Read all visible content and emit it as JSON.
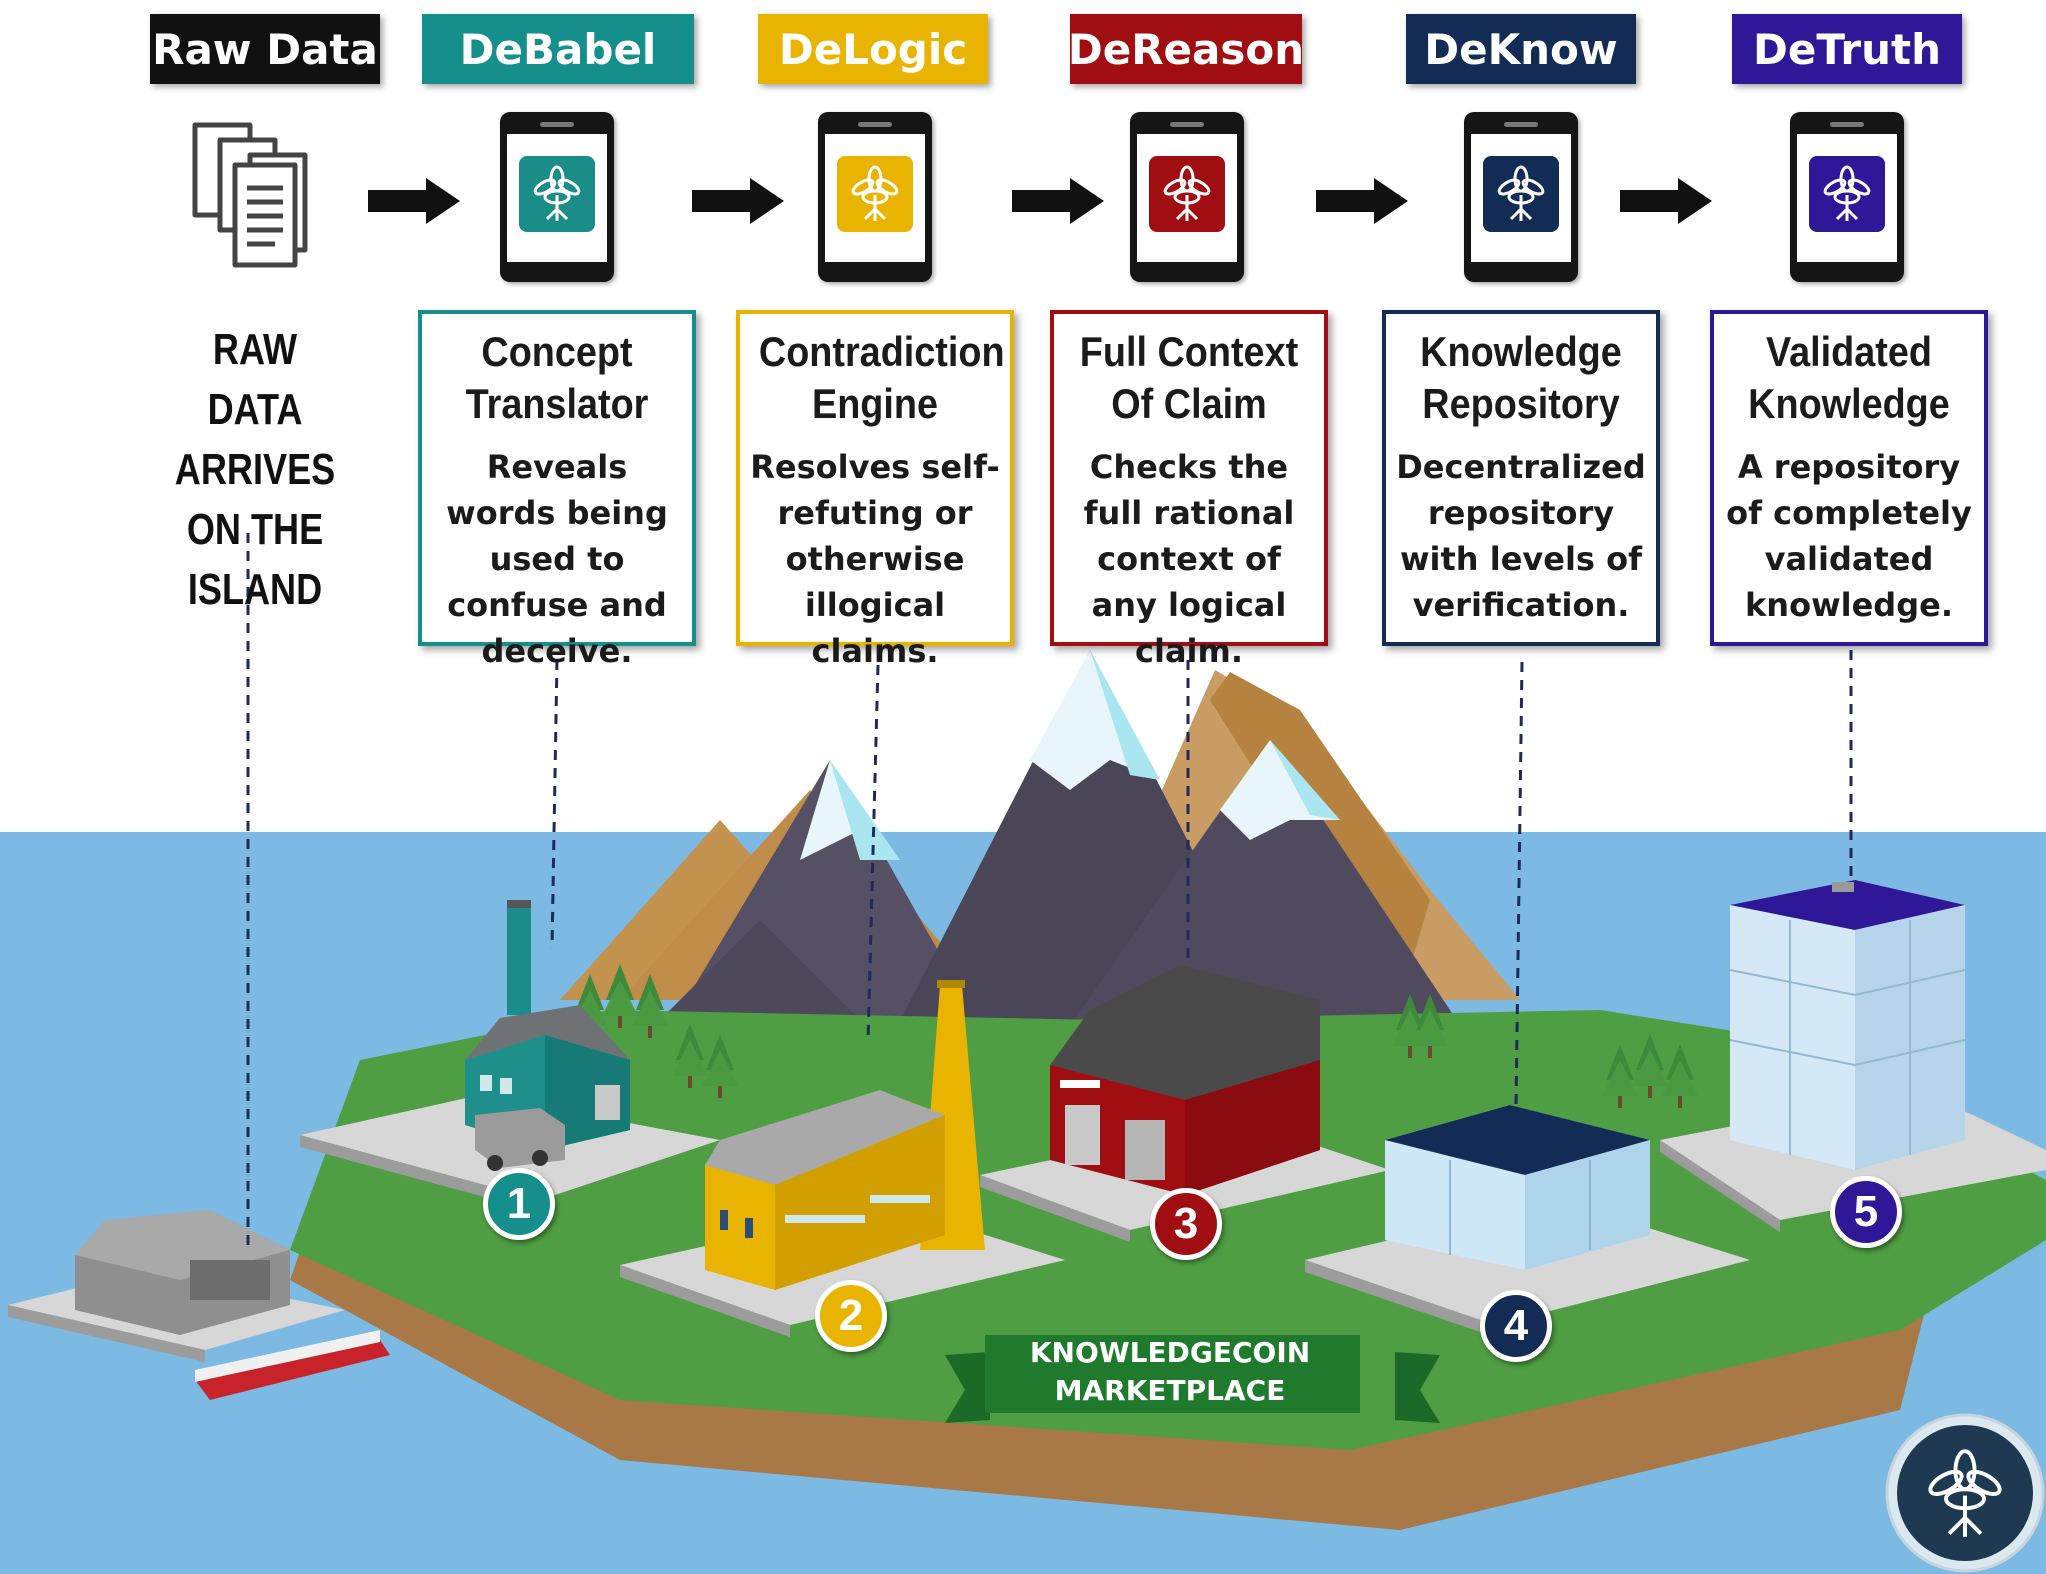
{
  "stages": [
    {
      "name": "Raw Data",
      "color": "#111111"
    },
    {
      "name": "DeBabel",
      "color": "#158f8b"
    },
    {
      "name": "DeLogic",
      "color": "#e8b400"
    },
    {
      "name": "DeReason",
      "color": "#a10e12"
    },
    {
      "name": "DeKnow",
      "color": "#132c55"
    },
    {
      "name": "DeTruth",
      "color": "#2e1897"
    }
  ],
  "raw_data_caption": "RAW DATA ARRIVES ON THE ISLAND",
  "boxes": [
    {
      "title": "Concept Translator",
      "body": "Reveals words being used to confuse and deceive.",
      "number": "1"
    },
    {
      "title": "Contradiction Engine",
      "body": "Resolves self-refuting or otherwise illogical claims.",
      "number": "2"
    },
    {
      "title": "Full Context Of Claim",
      "body": "Checks the full rational context of any logical claim.",
      "number": "3"
    },
    {
      "title": "Knowledge Repository",
      "body": "Decentralized repository with levels of verification.",
      "number": "4"
    },
    {
      "title": "Validated Knowledge",
      "body": "A repository of completely validated knowledge.",
      "number": "5"
    }
  ],
  "marketplace_label": "KNOWLEDGECOIN MARKETPLACE",
  "icons": [
    "documents-icon",
    "phone-icon",
    "tree-logo-icon",
    "arrow-right-icon"
  ]
}
